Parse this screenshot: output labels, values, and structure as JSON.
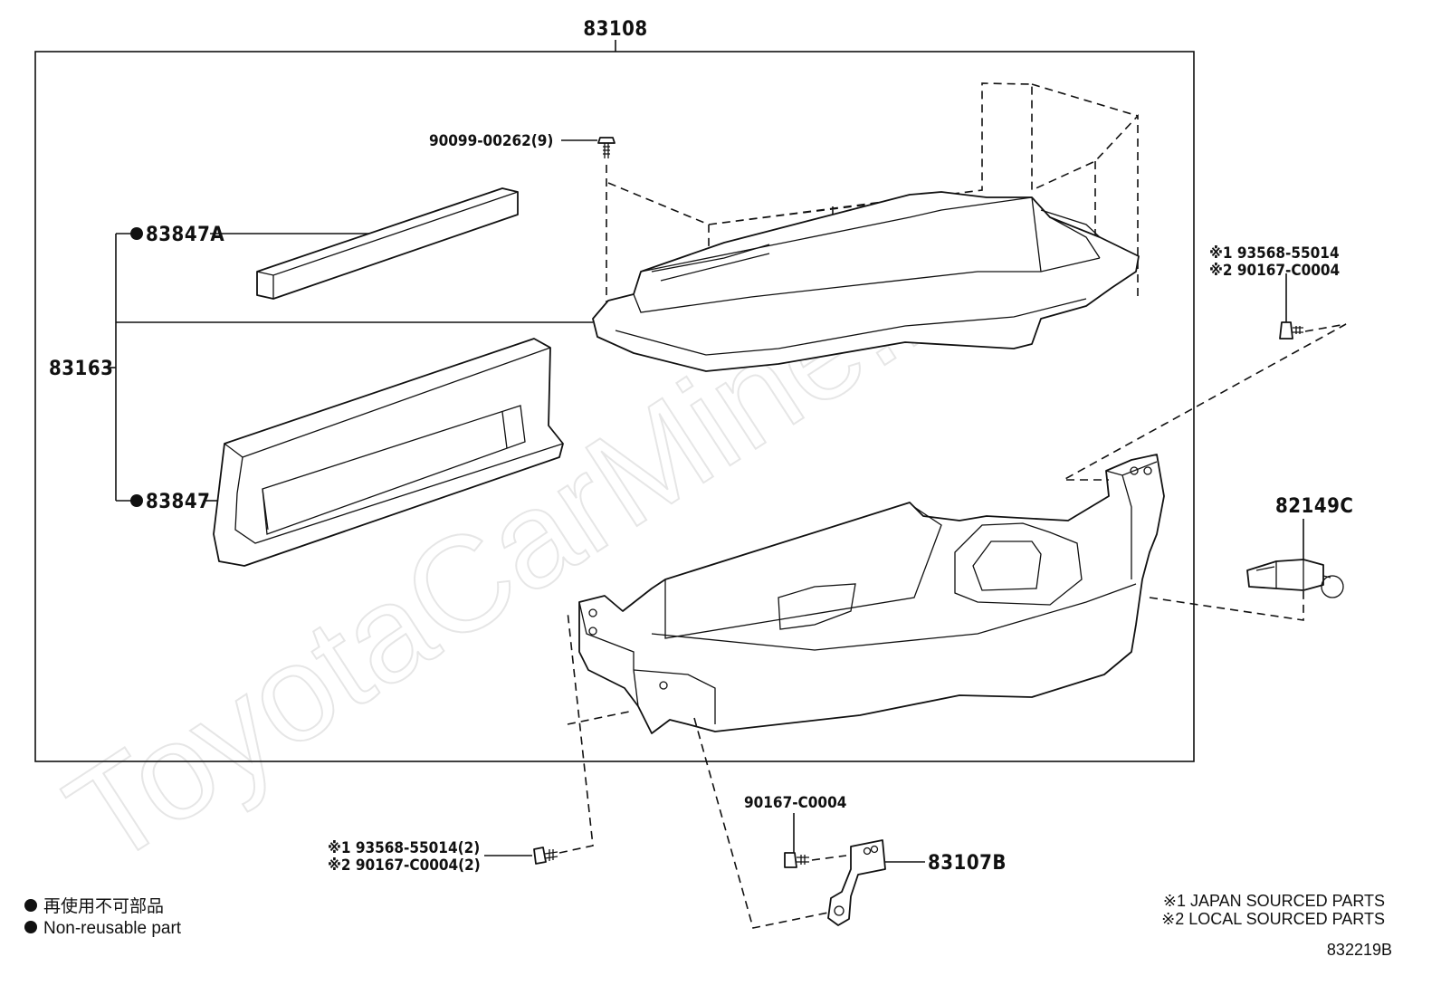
{
  "diagram": {
    "watermark": "ToyotaCarMine.ru",
    "labels": {
      "assembly": "83108",
      "bolt_top": "90099-00262(9)",
      "seal_a": "83847A",
      "seal": "83847",
      "gasket_group": "83163",
      "right_screw_1": "※1 93568-55014",
      "right_screw_2": "※2 90167-C0004",
      "socket": "82149C",
      "bottom_screw_1": "※1 93568-55014(2)",
      "bottom_screw_2": "※2 90167-C0004(2)",
      "bracket_screw": "90167-C0004",
      "bracket": "83107B"
    },
    "legend": {
      "japanese": "再使用不可部品",
      "english": "Non-reusable part"
    },
    "notes": {
      "note1": "※1 JAPAN SOURCED PARTS",
      "note2": "※2 LOCAL SOURCED PARTS"
    },
    "figure_id": "832219B"
  }
}
